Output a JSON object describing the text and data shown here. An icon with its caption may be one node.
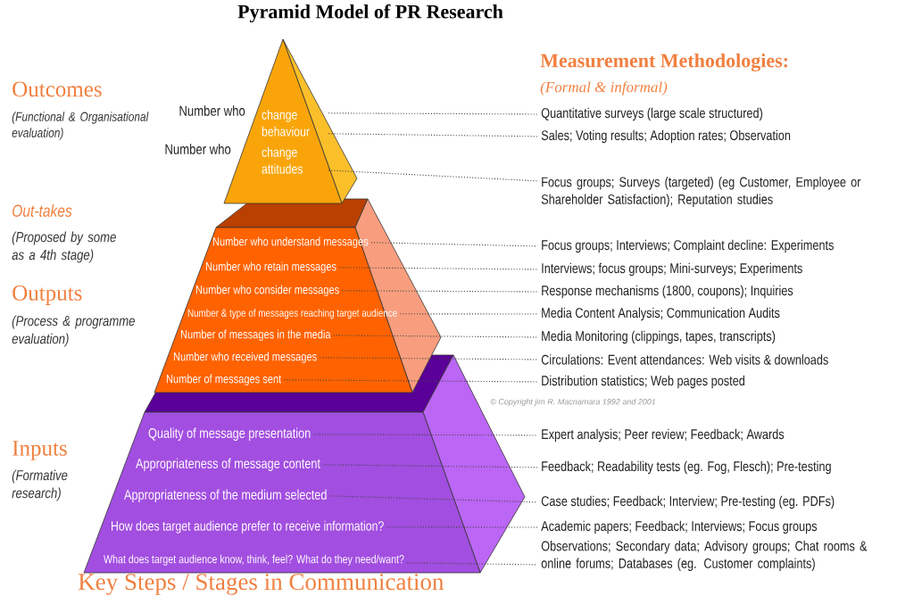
{
  "diagram": {
    "title": "Pyramid Model of PR Research",
    "caption": "Key Steps / Stages in Communication",
    "nodes": [
      {
        "text": [],
        "shape": "pyramid"
      },
      {
        "text": [
          "change behaviour"
        ],
        "beside": [
          "Number who"
        ],
        "in": 0
      },
      {
        "text": [
          "change attitudes"
        ],
        "beside": [
          "Number who"
        ],
        "in": 0
      },
      {
        "text": [],
        "shape": "trapezoid"
      },
      {
        "text": [
          "Number who understand messages"
        ],
        "in": 3
      },
      {
        "text": [
          "Number who retain messages"
        ],
        "in": 3
      },
      {
        "text": [
          "Number who consider messages"
        ],
        "in": 3
      },
      {
        "text": [
          "Number & type of messages reaching target audience"
        ],
        "in": 3
      },
      {
        "text": [
          "Number of messages in the media"
        ],
        "in": 3
      },
      {
        "text": [
          "Number who received messages"
        ],
        "in": 3
      },
      {
        "text": [
          "Number of messages sent"
        ],
        "in": 3
      },
      {
        "text": [],
        "shape": "trapezoid"
      },
      {
        "text": [
          "Quality of message presentation"
        ],
        "in": 11
      },
      {
        "text": [
          "Appropriateness of message content"
        ],
        "in": 11
      },
      {
        "text": [
          "Appropriateness of the medium selected"
        ],
        "in": 11
      },
      {
        "text": [
          "How does target audience prefer to receive information?"
        ],
        "in": 11
      },
      {
        "text": [
          "What does target audience know, think, feel? What do they need/want?"
        ],
        "in": 11
      },
      {
        "text": [
          "Quantitative surveys (large scale structured)"
        ]
      },
      {
        "text": [
          "Sales; Voting results; Adoption rates; Observation"
        ]
      },
      {
        "text": [
          "Focus groups; Surveys (targeted) (eg Customer, Employee or Shareholder Satisfaction); Reputation studies"
        ]
      },
      {
        "text": [
          "Focus groups; Interviews; Complaint decline: Experiments"
        ]
      },
      {
        "text": [
          "Interviews; focus groups; Mini-surveys; Experiments"
        ]
      },
      {
        "text": [
          "Response mechanisms (1800, coupons); Inquiries"
        ]
      },
      {
        "text": [
          "Media Content Analysis; Communication Audits"
        ]
      },
      {
        "text": [
          "Media Monitoring (clippings, tapes, transcripts)"
        ]
      },
      {
        "text": [
          "Circulations: Event attendances: Web visits & downloads"
        ]
      },
      {
        "text": [
          "Distribution statistics; Web pages posted"
        ]
      },
      {
        "text": [
          "Expert analysis; Peer review; Feedback; Awards"
        ]
      },
      {
        "text": [
          "Feedback; Readability tests (eg. Fog, Flesch); Pre-testing"
        ]
      },
      {
        "text": [
          "Case studies; Feedback; Interview; Pre-testing (eg. PDFs)"
        ]
      },
      {
        "text": [
          "Academic papers; Feedback; Interviews; Focus groups"
        ]
      },
      {
        "text": [
          "Observations; Secondary data; Advisory groups; Chat rooms & online forums; Databases (eg. Customer complaints)"
        ]
      }
    ],
    "edges": [
      {
        "from": 1,
        "to": 17,
        "arrow": "none"
      },
      {
        "from": 1,
        "to": 18,
        "arrow": "none"
      },
      {
        "from": 2,
        "to": 19,
        "arrow": "none"
      },
      {
        "from": 4,
        "to": 20,
        "arrow": "none"
      },
      {
        "from": 5,
        "to": 21,
        "arrow": "none"
      },
      {
        "from": 6,
        "to": 22,
        "arrow": "none"
      },
      {
        "from": 7,
        "to": 23,
        "arrow": "none"
      },
      {
        "from": 8,
        "to": 24,
        "arrow": "none"
      },
      {
        "from": 9,
        "to": 25,
        "arrow": "none"
      },
      {
        "from": 10,
        "to": 26,
        "arrow": "none"
      },
      {
        "from": 12,
        "to": 27,
        "arrow": "none"
      },
      {
        "from": 13,
        "to": 28,
        "arrow": "none"
      },
      {
        "from": 14,
        "to": 29,
        "arrow": "none"
      },
      {
        "from": 15,
        "to": 30,
        "arrow": "none"
      },
      {
        "from": 16,
        "to": 31,
        "arrow": "none"
      }
    ],
    "labels": [
      "Measurement Methodologies:",
      "(Formal & informal)",
      "Outcomes",
      "(Functional & Organisational evaluation)",
      "Out-takes",
      "(Proposed by some as a 4th stage)",
      "Outputs",
      "(Process & programme evaluation)",
      "© Copyright jim R. Macnamara 1992 and 2001",
      "Inputs",
      "(Formative research)"
    ]
  }
}
